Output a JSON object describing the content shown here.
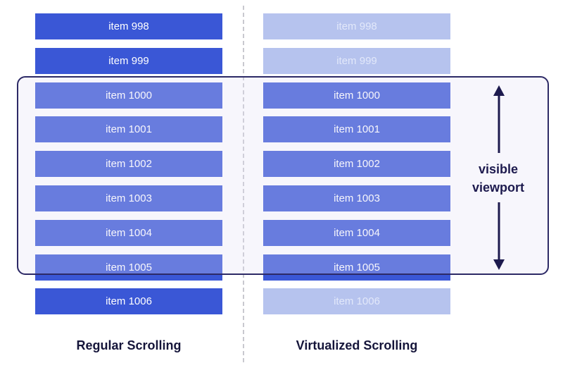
{
  "regular": {
    "caption": "Regular Scrolling",
    "items": [
      {
        "label": "item 998",
        "rendered": true
      },
      {
        "label": "item 999",
        "rendered": true
      },
      {
        "label": "item 1000",
        "rendered": true
      },
      {
        "label": "item 1001",
        "rendered": true
      },
      {
        "label": "item 1002",
        "rendered": true
      },
      {
        "label": "item 1003",
        "rendered": true
      },
      {
        "label": "item 1004",
        "rendered": true
      },
      {
        "label": "item 1005",
        "rendered": true
      },
      {
        "label": "item 1006",
        "rendered": true
      }
    ]
  },
  "virtualized": {
    "caption": "Virtualized Scrolling",
    "items": [
      {
        "label": "item 998",
        "rendered": false
      },
      {
        "label": "item 999",
        "rendered": false
      },
      {
        "label": "item 1000",
        "rendered": true
      },
      {
        "label": "item 1001",
        "rendered": true
      },
      {
        "label": "item 1002",
        "rendered": true
      },
      {
        "label": "item 1003",
        "rendered": true
      },
      {
        "label": "item 1004",
        "rendered": true
      },
      {
        "label": "item 1005",
        "rendered": true
      },
      {
        "label": "item 1006",
        "rendered": false
      }
    ]
  },
  "viewport": {
    "label_line1": "visible",
    "label_line2": "viewport"
  },
  "colors": {
    "item_rendered": "#3a57d6",
    "item_not_rendered": "#b6c3ee",
    "viewport_border": "#2d2a66",
    "label_text": "#1d1a4e"
  }
}
